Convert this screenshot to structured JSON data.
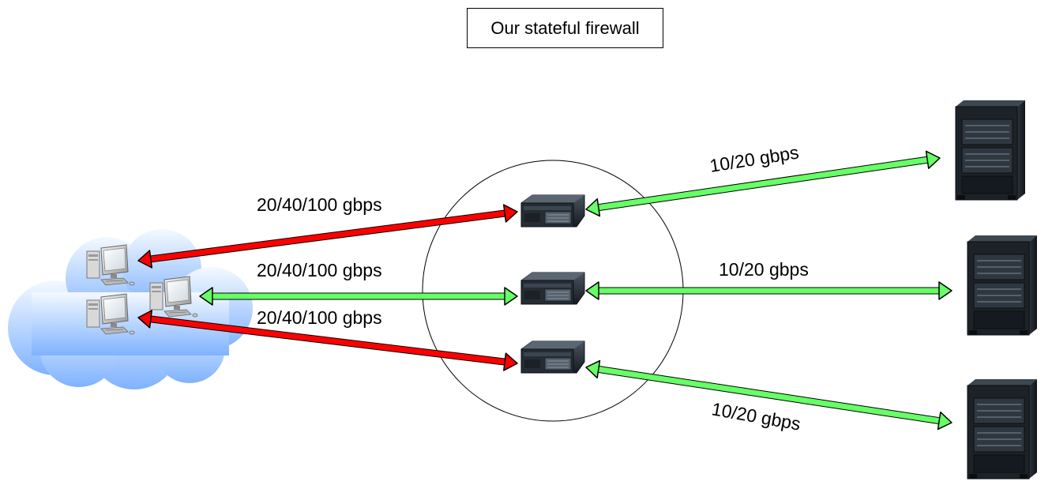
{
  "title": "Our stateful firewall",
  "links": {
    "client_1": {
      "label": "20/40/100 gbps",
      "status": "red"
    },
    "client_2": {
      "label": "20/40/100 gbps",
      "status": "green"
    },
    "client_3": {
      "label": "20/40/100 gbps",
      "status": "red"
    },
    "server_1": {
      "label": "10/20 gbps",
      "status": "green"
    },
    "server_2": {
      "label": "10/20 gbps",
      "status": "green"
    },
    "server_3": {
      "label": "10/20 gbps",
      "status": "green"
    }
  },
  "colors": {
    "red": "#ff0000",
    "green": "#66ff66",
    "cloud_top": "#f2f8ff",
    "cloud_bottom": "#7fb4ff"
  },
  "icons": {
    "cloud": "cloud-icon",
    "workstation": "desktop-computer-icon",
    "firewall": "rack-server-unit-icon",
    "server": "server-rack-cabinet-icon"
  }
}
